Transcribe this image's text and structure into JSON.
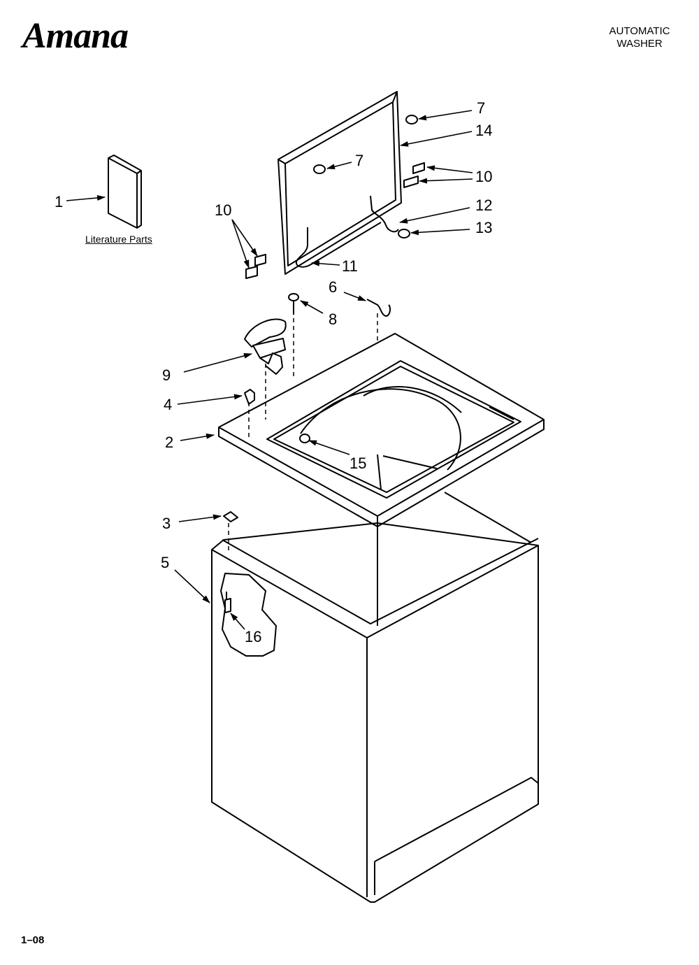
{
  "brand": "Amana",
  "header": {
    "line1": "AUTOMATIC",
    "line2": "WASHER"
  },
  "literature_caption": "Literature Parts",
  "page_number": "1–08",
  "callouts": [
    {
      "id": "c1",
      "label": "1"
    },
    {
      "id": "c2",
      "label": "2"
    },
    {
      "id": "c3",
      "label": "3"
    },
    {
      "id": "c4",
      "label": "4"
    },
    {
      "id": "c5",
      "label": "5"
    },
    {
      "id": "c6",
      "label": "6"
    },
    {
      "id": "c7a",
      "label": "7"
    },
    {
      "id": "c7b",
      "label": "7"
    },
    {
      "id": "c8",
      "label": "8"
    },
    {
      "id": "c9",
      "label": "9"
    },
    {
      "id": "c10a",
      "label": "10"
    },
    {
      "id": "c10b",
      "label": "10"
    },
    {
      "id": "c11",
      "label": "11"
    },
    {
      "id": "c12",
      "label": "12"
    },
    {
      "id": "c13",
      "label": "13"
    },
    {
      "id": "c14",
      "label": "14"
    },
    {
      "id": "c15",
      "label": "15"
    },
    {
      "id": "c16",
      "label": "16"
    }
  ]
}
